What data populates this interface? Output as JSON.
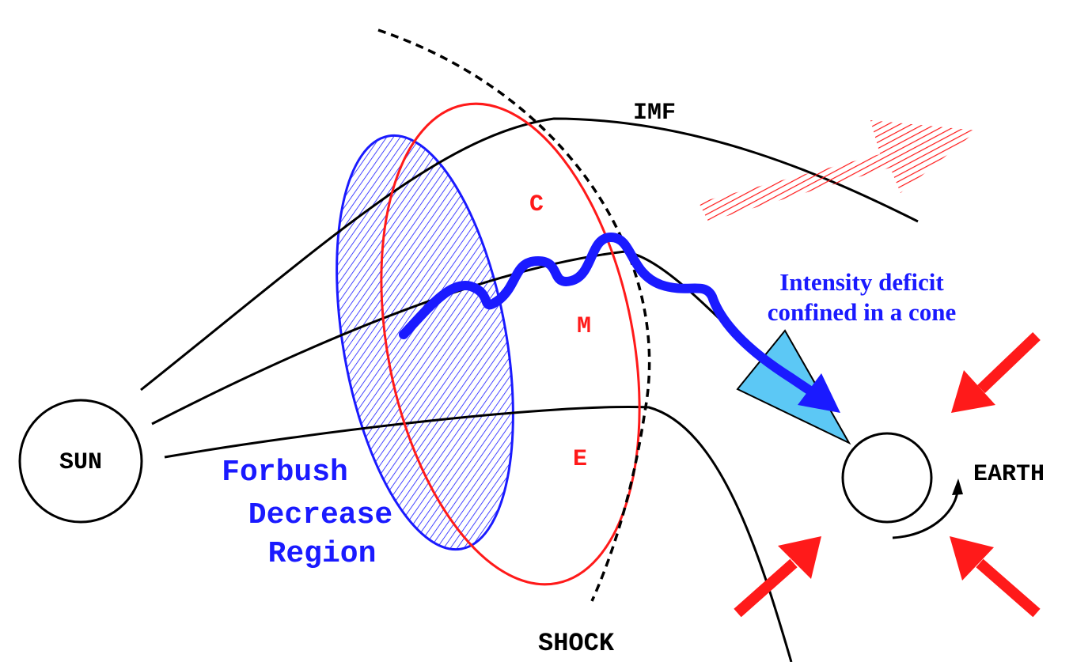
{
  "labels": {
    "sun": "SUN",
    "earth": "EARTH",
    "imf": "IMF",
    "shock": "SHOCK",
    "cme_c": "C",
    "cme_m": "M",
    "cme_e": "E",
    "forbush_line1": "Forbush",
    "forbush_line2": "Decrease",
    "forbush_line3": "Region",
    "deficit_line1": "Intensity deficit",
    "deficit_line2": "confined in a cone"
  },
  "colors": {
    "cme_outline": "#ff1a1a",
    "forbush": "#1a1aff",
    "cone_fill": "#5cc8f5",
    "arrows": "#ff1a1a",
    "lines": "#000000"
  }
}
